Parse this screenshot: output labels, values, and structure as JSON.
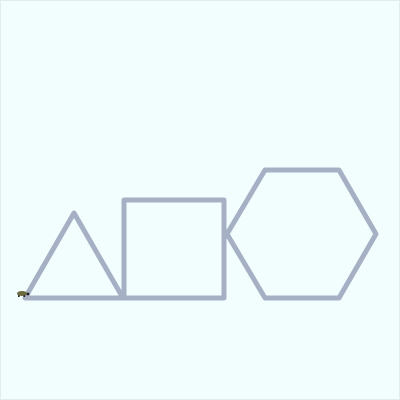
{
  "canvas": {
    "background": "#f2fefe",
    "stroke_color": "#a6b0c4"
  },
  "shapes": [
    {
      "name": "triangle",
      "sides": 3
    },
    {
      "name": "square",
      "sides": 4
    },
    {
      "name": "hexagon",
      "sides": 6
    }
  ],
  "turtle": {
    "icon": "turtle-icon",
    "body_color": "#6d6a3f",
    "head_color": "#1f1f1f"
  }
}
